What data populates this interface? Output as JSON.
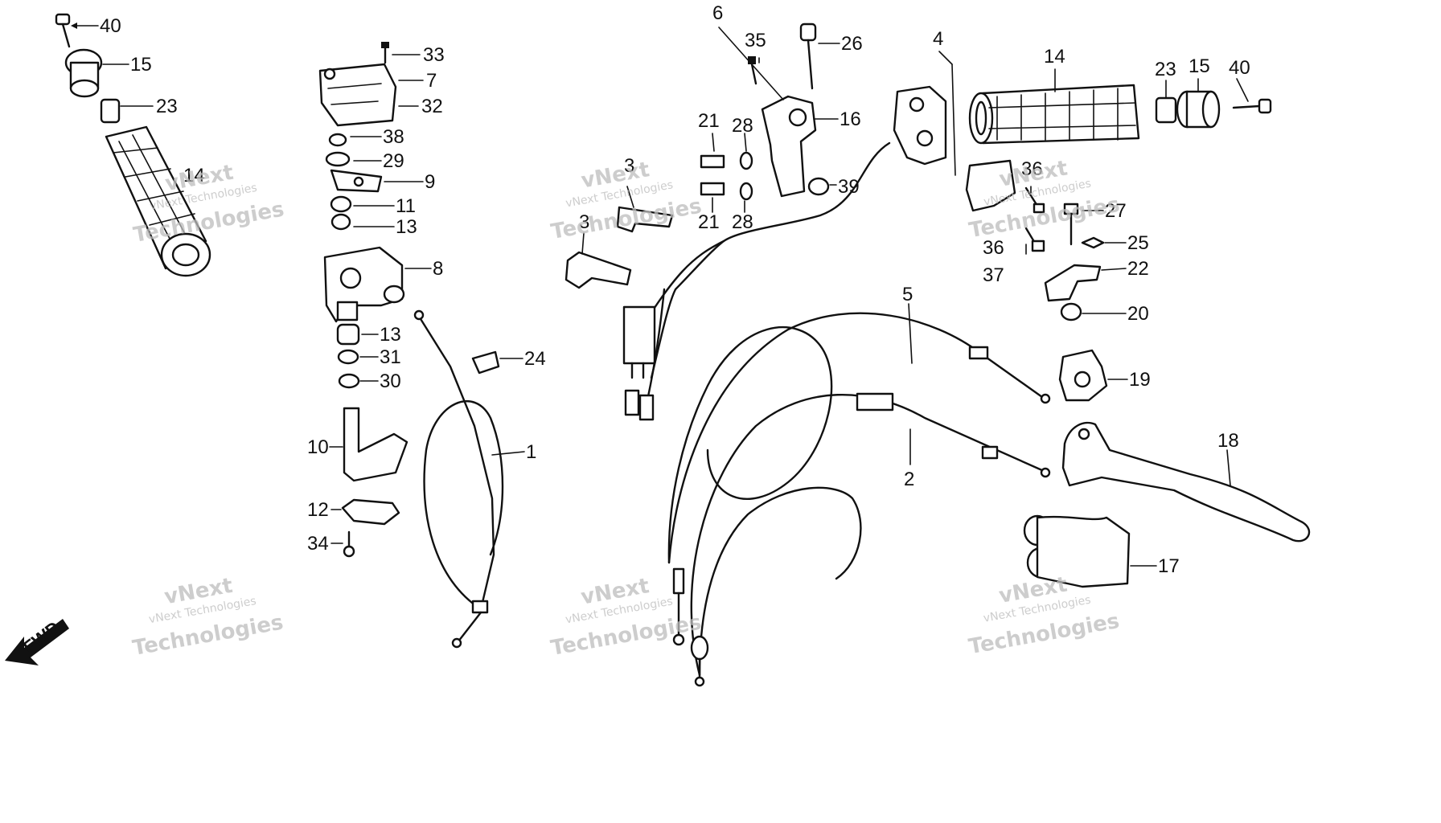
{
  "direction_label": "FWD",
  "watermark": {
    "line1": "vNext",
    "line2": "vNext Technologies",
    "line3": "Technologies"
  },
  "labels": [
    {
      "id": "l40a",
      "text": "40"
    },
    {
      "id": "l15a",
      "text": "15"
    },
    {
      "id": "l23a",
      "text": "23"
    },
    {
      "id": "l14a",
      "text": "14"
    },
    {
      "id": "l33",
      "text": "33"
    },
    {
      "id": "l7",
      "text": "7"
    },
    {
      "id": "l32",
      "text": "32"
    },
    {
      "id": "l38",
      "text": "38"
    },
    {
      "id": "l29",
      "text": "29"
    },
    {
      "id": "l9",
      "text": "9"
    },
    {
      "id": "l11",
      "text": "11"
    },
    {
      "id": "l13a",
      "text": "13"
    },
    {
      "id": "l8",
      "text": "8"
    },
    {
      "id": "l13b",
      "text": "13"
    },
    {
      "id": "l31",
      "text": "31"
    },
    {
      "id": "l30",
      "text": "30"
    },
    {
      "id": "l24",
      "text": "24"
    },
    {
      "id": "l10",
      "text": "10"
    },
    {
      "id": "l1",
      "text": "1"
    },
    {
      "id": "l12",
      "text": "12"
    },
    {
      "id": "l34",
      "text": "34"
    },
    {
      "id": "l3a",
      "text": "3"
    },
    {
      "id": "l3b",
      "text": "3"
    },
    {
      "id": "l6",
      "text": "6"
    },
    {
      "id": "l35",
      "text": "35"
    },
    {
      "id": "l26",
      "text": "26"
    },
    {
      "id": "l21a",
      "text": "21"
    },
    {
      "id": "l28a",
      "text": "28"
    },
    {
      "id": "l16",
      "text": "16"
    },
    {
      "id": "l39",
      "text": "39"
    },
    {
      "id": "l21b",
      "text": "21"
    },
    {
      "id": "l28b",
      "text": "28"
    },
    {
      "id": "l4",
      "text": "4"
    },
    {
      "id": "l14b",
      "text": "14"
    },
    {
      "id": "l23b",
      "text": "23"
    },
    {
      "id": "l15b",
      "text": "15"
    },
    {
      "id": "l40b",
      "text": "40"
    },
    {
      "id": "l36a",
      "text": "36"
    },
    {
      "id": "l27",
      "text": "27"
    },
    {
      "id": "l36b",
      "text": "36"
    },
    {
      "id": "l37",
      "text": "37"
    },
    {
      "id": "l25",
      "text": "25"
    },
    {
      "id": "l22",
      "text": "22"
    },
    {
      "id": "l20",
      "text": "20"
    },
    {
      "id": "l5",
      "text": "5"
    },
    {
      "id": "l19",
      "text": "19"
    },
    {
      "id": "l2",
      "text": "2"
    },
    {
      "id": "l18",
      "text": "18"
    },
    {
      "id": "l17",
      "text": "17"
    }
  ]
}
